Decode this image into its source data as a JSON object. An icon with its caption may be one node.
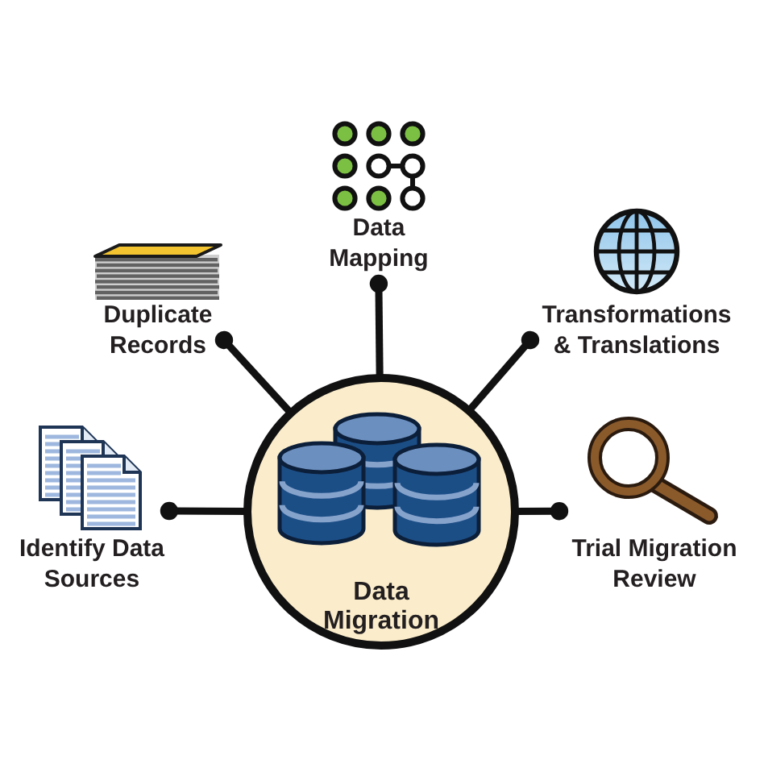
{
  "diagram": {
    "nodes": [
      {
        "text": [
          "Data Migration"
        ]
      },
      {
        "text": [
          "Data Mapping"
        ]
      },
      {
        "text": [
          "Duplicate Records"
        ]
      },
      {
        "text": [
          "Transformations & Translations"
        ]
      },
      {
        "text": [
          "Identify Data Sources"
        ]
      },
      {
        "text": [
          "Trial Migration Review"
        ]
      }
    ],
    "edges": [
      {
        "from": 0,
        "to": 1,
        "arrow": "other"
      },
      {
        "from": 0,
        "to": 2,
        "arrow": "other"
      },
      {
        "from": 0,
        "to": 3,
        "arrow": "other"
      },
      {
        "from": 0,
        "to": 4,
        "arrow": "other"
      },
      {
        "from": 0,
        "to": 5,
        "arrow": "other"
      }
    ]
  }
}
